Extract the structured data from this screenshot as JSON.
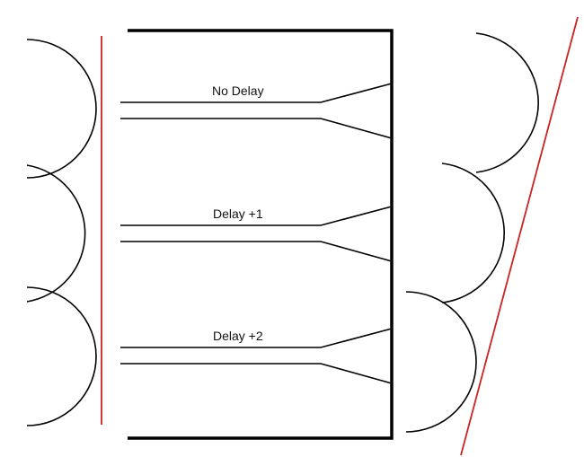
{
  "diagram": {
    "labels": {
      "no_delay": "No Delay",
      "delay_1": "Delay +1",
      "delay_2": "Delay +2"
    },
    "colors": {
      "stroke": "#000000",
      "wavefront_line": "#cc2222",
      "background": "#ffffff"
    }
  }
}
